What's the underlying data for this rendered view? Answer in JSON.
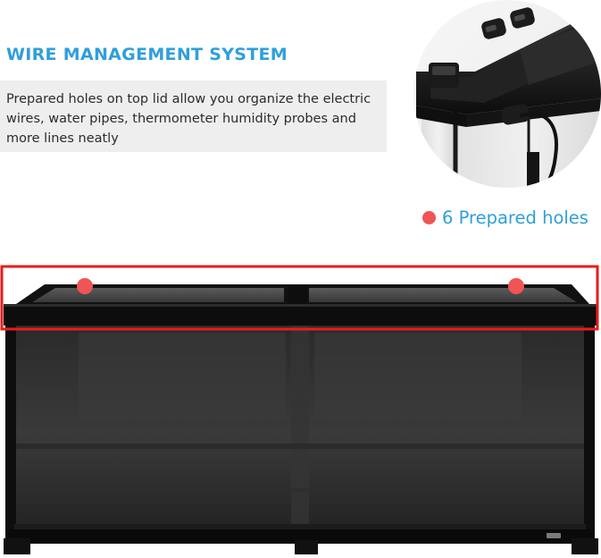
{
  "feature": {
    "title": "WIRE MANAGEMENT SYSTEM",
    "description": "Prepared holes on top lid allow you organize the electric wires, water pipes, thermometer humidity probes and more lines neatly",
    "callout_label": "6 Prepared holes"
  },
  "colors": {
    "accent_blue": "#2f9fdc",
    "marker_red": "#f05454",
    "highlight_red": "#e81c1c",
    "description_bg": "#eeeeee",
    "enclosure_black": "#111111"
  },
  "icons": {
    "callout_marker": "red-dot-icon"
  }
}
